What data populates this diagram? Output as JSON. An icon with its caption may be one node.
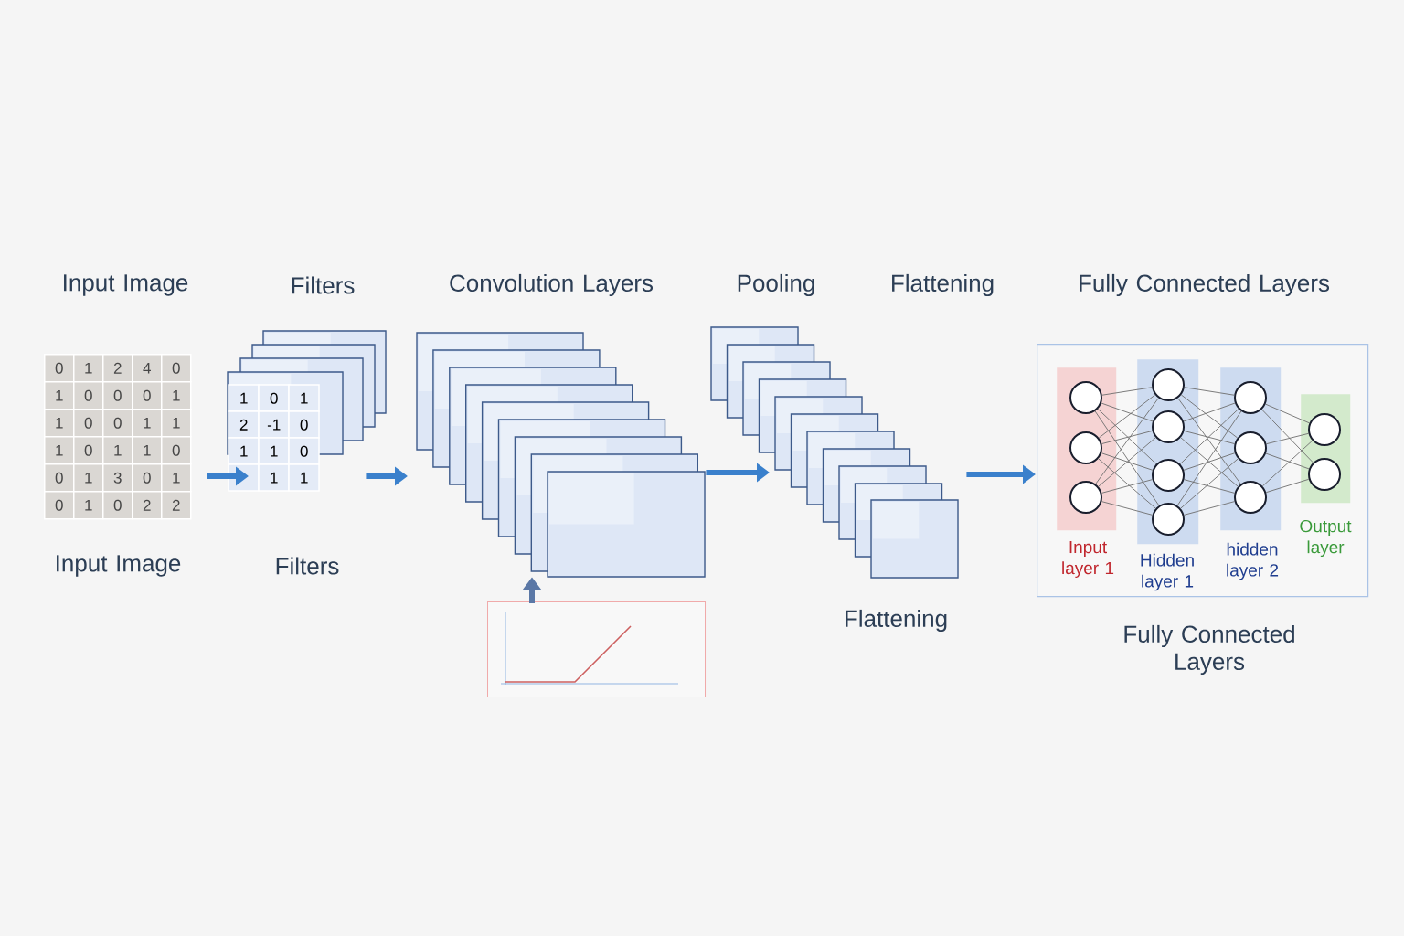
{
  "diagram": {
    "nodes": [
      {
        "text": [
          "Input Image",
          "Input Image"
        ]
      },
      {
        "text": [
          "Filters",
          "Filters"
        ]
      },
      {
        "text": [
          "Convolution Layers"
        ]
      },
      {
        "text": [
          "Pooling",
          "Flattening"
        ]
      },
      {
        "text": [
          "Fully Connected Layers",
          "Fully Connected Layers"
        ]
      },
      {
        "text": [],
        "shape": "box"
      },
      {
        "text": [
          "Input layer 1"
        ],
        "in": 4
      },
      {
        "text": [
          "Hidden layer 1"
        ],
        "in": 4
      },
      {
        "text": [
          "hidden layer 2"
        ],
        "in": 4
      },
      {
        "text": [
          "Output layer"
        ],
        "in": 4
      },
      {
        "text": [],
        "shape": "circle",
        "in": 6
      },
      {
        "text": [],
        "shape": "circle",
        "in": 6
      },
      {
        "text": [],
        "shape": "circle",
        "in": 6
      },
      {
        "text": [],
        "shape": "circle",
        "in": 7
      },
      {
        "text": [],
        "shape": "circle",
        "in": 7
      },
      {
        "text": [],
        "shape": "circle",
        "in": 7
      },
      {
        "text": [],
        "shape": "circle",
        "in": 7
      },
      {
        "text": [],
        "shape": "circle",
        "in": 8
      },
      {
        "text": [],
        "shape": "circle",
        "in": 8
      },
      {
        "text": [],
        "shape": "circle",
        "in": 8
      },
      {
        "text": [],
        "shape": "circle",
        "in": 9
      },
      {
        "text": [],
        "shape": "circle",
        "in": 9
      }
    ],
    "edges": [
      {
        "from": 0,
        "to": 1,
        "arrow": "to",
        "style": "thick",
        "color": "#3a80cc"
      },
      {
        "from": 1,
        "to": 2,
        "arrow": "to",
        "style": "thick",
        "color": "#3a80cc"
      },
      {
        "from": 2,
        "to": 3,
        "arrow": "to",
        "style": "thick",
        "color": "#3a80cc"
      },
      {
        "from": 3,
        "to": 4,
        "arrow": "to",
        "style": "thick",
        "color": "#3a80cc"
      },
      {
        "from": 5,
        "to": 2,
        "arrow": "to",
        "style": "thick",
        "color": "#5b78a6"
      },
      {
        "from": 10,
        "to": 13,
        "arrow": "none"
      },
      {
        "from": 10,
        "to": 14,
        "arrow": "none"
      },
      {
        "from": 10,
        "to": 15,
        "arrow": "none"
      },
      {
        "from": 10,
        "to": 16,
        "arrow": "none"
      },
      {
        "from": 11,
        "to": 13,
        "arrow": "none"
      },
      {
        "from": 11,
        "to": 14,
        "arrow": "none"
      },
      {
        "from": 11,
        "to": 15,
        "arrow": "none"
      },
      {
        "from": 11,
        "to": 16,
        "arrow": "none"
      },
      {
        "from": 12,
        "to": 13,
        "arrow": "none"
      },
      {
        "from": 12,
        "to": 14,
        "arrow": "none"
      },
      {
        "from": 12,
        "to": 15,
        "arrow": "none"
      },
      {
        "from": 12,
        "to": 16,
        "arrow": "none"
      },
      {
        "from": 13,
        "to": 17,
        "arrow": "none"
      },
      {
        "from": 13,
        "to": 18,
        "arrow": "none"
      },
      {
        "from": 13,
        "to": 19,
        "arrow": "none"
      },
      {
        "from": 14,
        "to": 17,
        "arrow": "none"
      },
      {
        "from": 14,
        "to": 18,
        "arrow": "none"
      },
      {
        "from": 14,
        "to": 19,
        "arrow": "none"
      },
      {
        "from": 15,
        "to": 17,
        "arrow": "none"
      },
      {
        "from": 15,
        "to": 18,
        "arrow": "none"
      },
      {
        "from": 15,
        "to": 19,
        "arrow": "none"
      },
      {
        "from": 16,
        "to": 17,
        "arrow": "none"
      },
      {
        "from": 16,
        "to": 18,
        "arrow": "none"
      },
      {
        "from": 16,
        "to": 19,
        "arrow": "none"
      },
      {
        "from": 17,
        "to": 20,
        "arrow": "none"
      },
      {
        "from": 17,
        "to": 21,
        "arrow": "none"
      },
      {
        "from": 18,
        "to": 20,
        "arrow": "none"
      },
      {
        "from": 18,
        "to": 21,
        "arrow": "none"
      },
      {
        "from": 19,
        "to": 20,
        "arrow": "none"
      },
      {
        "from": 19,
        "to": 21,
        "arrow": "none"
      }
    ],
    "labels": [
      "0",
      "1",
      "2",
      "4",
      "0",
      "1",
      "0",
      "0",
      "0",
      "1",
      "1",
      "0",
      "0",
      "1",
      "1",
      "1",
      "0",
      "1",
      "1",
      "0",
      "0",
      "1",
      "3",
      "0",
      "1",
      "0",
      "1",
      "0",
      "2",
      "2",
      "1",
      "0",
      "1",
      "2",
      "-1",
      "0",
      "1",
      "1",
      "0",
      "1",
      "1",
      "Flattening"
    ]
  }
}
